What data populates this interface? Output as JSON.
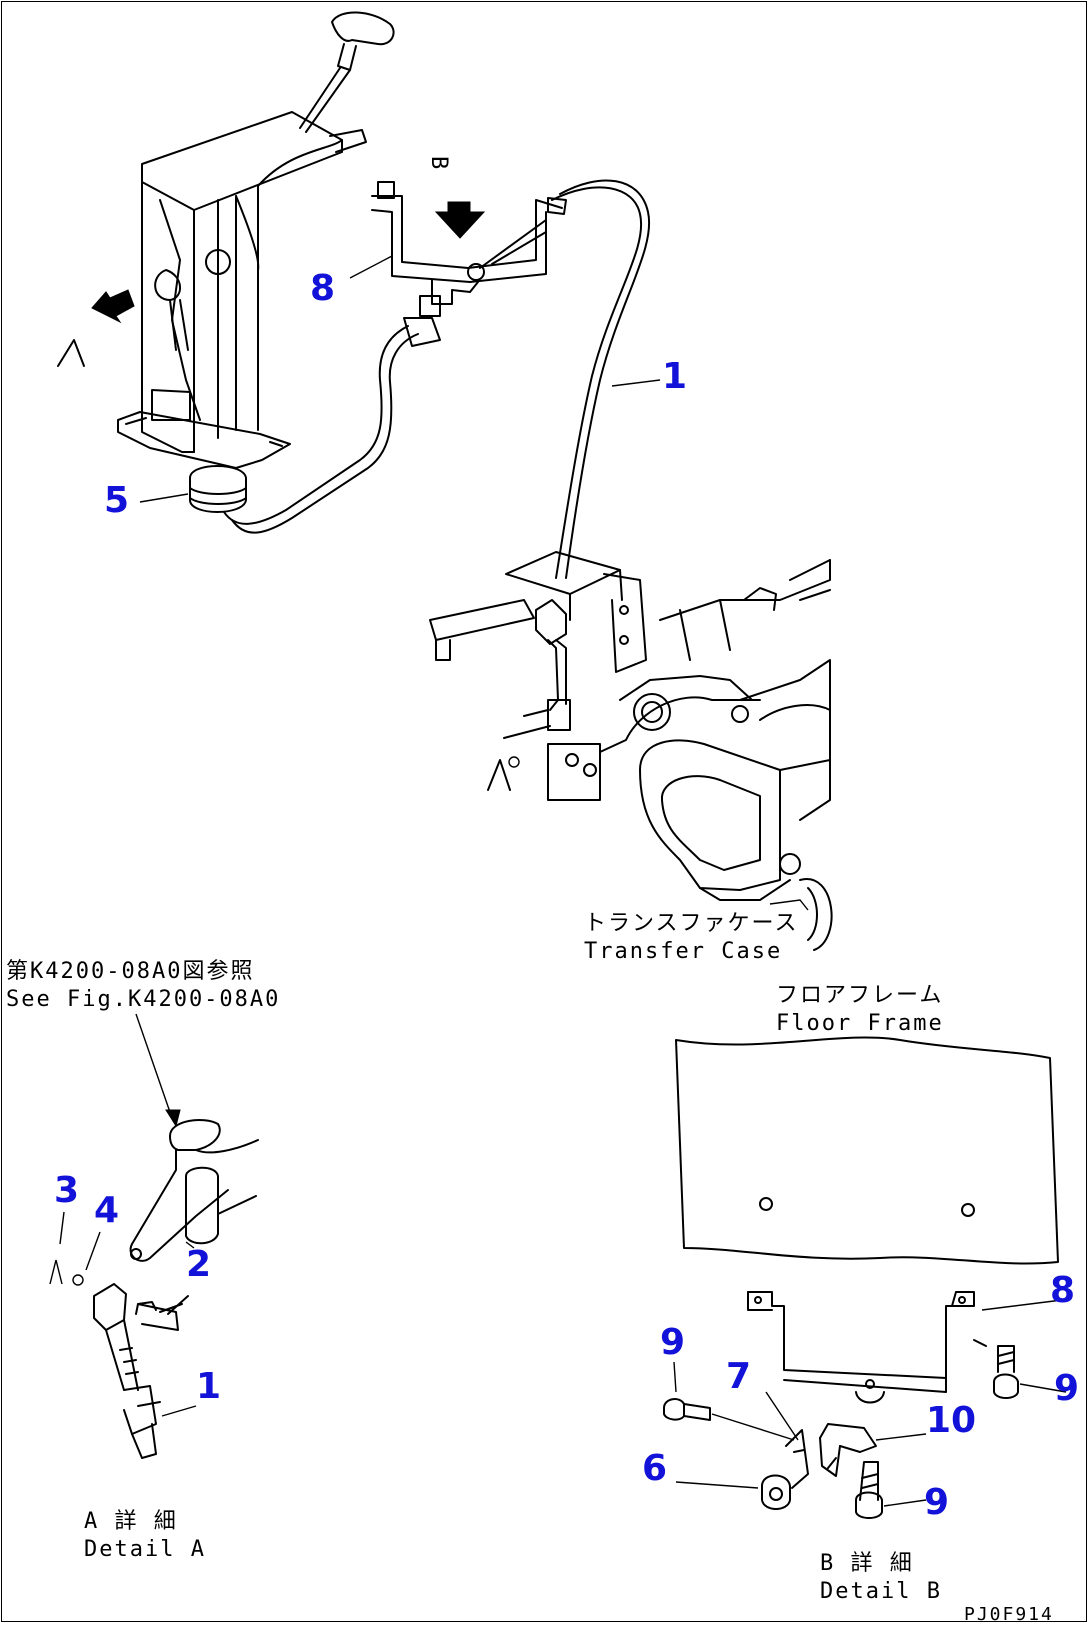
{
  "callouts": {
    "main_8": "8",
    "main_1": "1",
    "main_5": "5",
    "detail_a_3": "3",
    "detail_a_4": "4",
    "detail_a_2": "2",
    "detail_a_1": "1",
    "detail_b_8": "8",
    "detail_b_9_left": "9",
    "detail_b_7": "7",
    "detail_b_9_right": "9",
    "detail_b_10": "10",
    "detail_b_6": "6",
    "detail_b_9_bottom": "9"
  },
  "view_markers": {
    "view_a": "A",
    "view_b": "B",
    "view_a_small": "A"
  },
  "labels": {
    "transfer_case_jp": "トランスファケース",
    "transfer_case_en": "Transfer Case",
    "floor_frame_jp": "フロアフレーム",
    "floor_frame_en": "Floor Frame",
    "see_fig_jp": "第K4200-08A0図参照",
    "see_fig_en": "See Fig.K4200-08A0",
    "detail_a_jp": "A 詳 細",
    "detail_a_en": "Detail A",
    "detail_b_jp": "B 詳 細",
    "detail_b_en": "Detail B",
    "drawing_code": "PJ0F914"
  }
}
